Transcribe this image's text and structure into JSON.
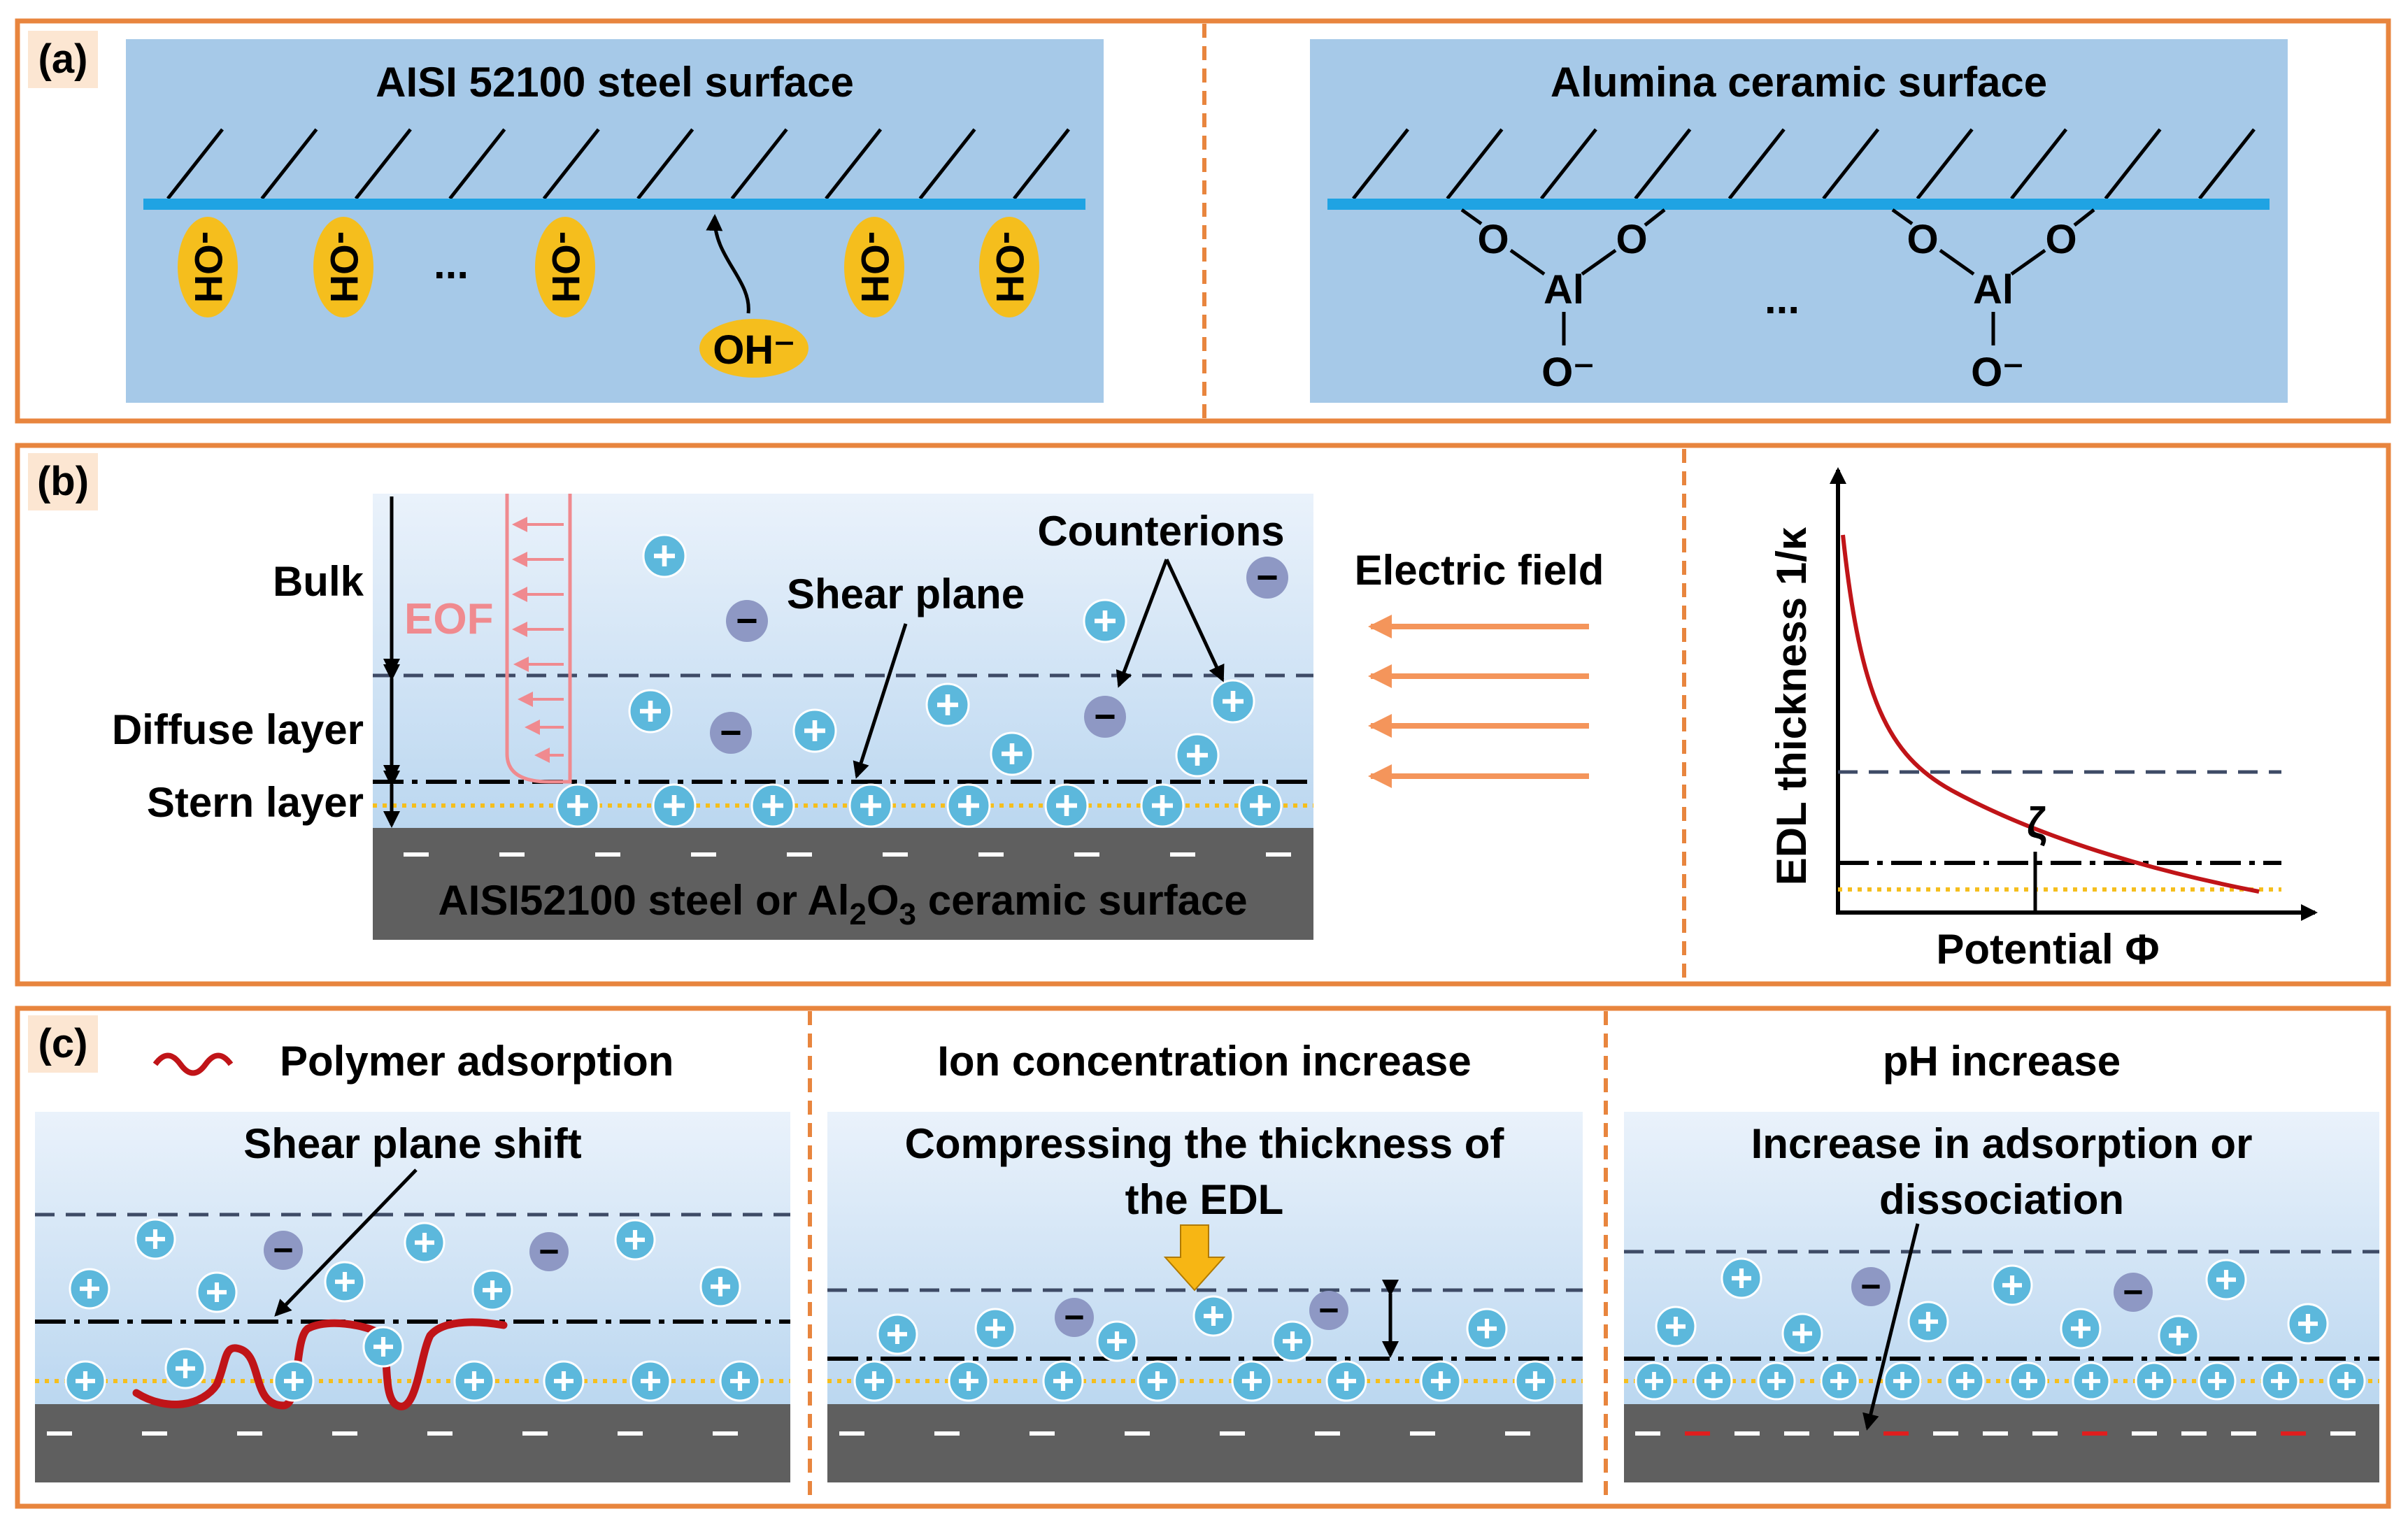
{
  "panel_a": {
    "label": "(a)",
    "left_title": "AISI 52100 steel surface",
    "right_title": "Alumina ceramic surface",
    "oh_group": "-OH",
    "oh_ion": "OH⁻",
    "ellipsis": "...",
    "oxygen": "O",
    "aluminum": "Al",
    "oxide_ion": "O⁻"
  },
  "panel_b": {
    "label": "(b)",
    "bulk": "Bulk",
    "diffuse_layer": "Diffuse layer",
    "stern_layer": "Stern layer",
    "eof": "EOF",
    "shear_plane": "Shear plane",
    "counterions": "Counterions",
    "electric_field": "Electric field",
    "surface_prefix": "AISI52100 steel or Al",
    "surface_sub_2": "2",
    "surface_o": "O",
    "surface_sub_3": "3",
    "surface_suffix": " ceramic surface",
    "graph": {
      "ylabel": "EDL thickness 1/κ",
      "xlabel": "Potential Φ",
      "zeta": "ζ"
    }
  },
  "panel_c": {
    "label": "(c)",
    "col1_title": "Polymer adsorption",
    "col1_caption": "Shear plane shift",
    "col2_title": "Ion concentration increase",
    "col2_caption_line1": "Compressing the thickness of",
    "col2_caption_line2": "the EDL",
    "col3_title": "pH increase",
    "col3_caption_line1": "Increase in adsorption or",
    "col3_caption_line2": "dissociation"
  },
  "colors": {
    "frame": "#E8853E",
    "liquid_top": "#EAF2FB",
    "liquid_bottom": "#BBD7F0",
    "solid": "#5F5F5F",
    "panel_a_box": "#A6C9E8",
    "surface_line": "#1FA3E3",
    "oh_bubble": "#F5BE1D",
    "cation": "#5CB8DC",
    "anion": "#8E98C4",
    "shear_line": "#3E4B66",
    "stern_dots": "#F5BE1D",
    "eof": "#F08A8F",
    "field_arrow": "#F4955B",
    "curve": "#C01418",
    "polymer": "#C01418",
    "yellow_arrow": "#F7B614",
    "red_charge": "#E01E1E"
  }
}
